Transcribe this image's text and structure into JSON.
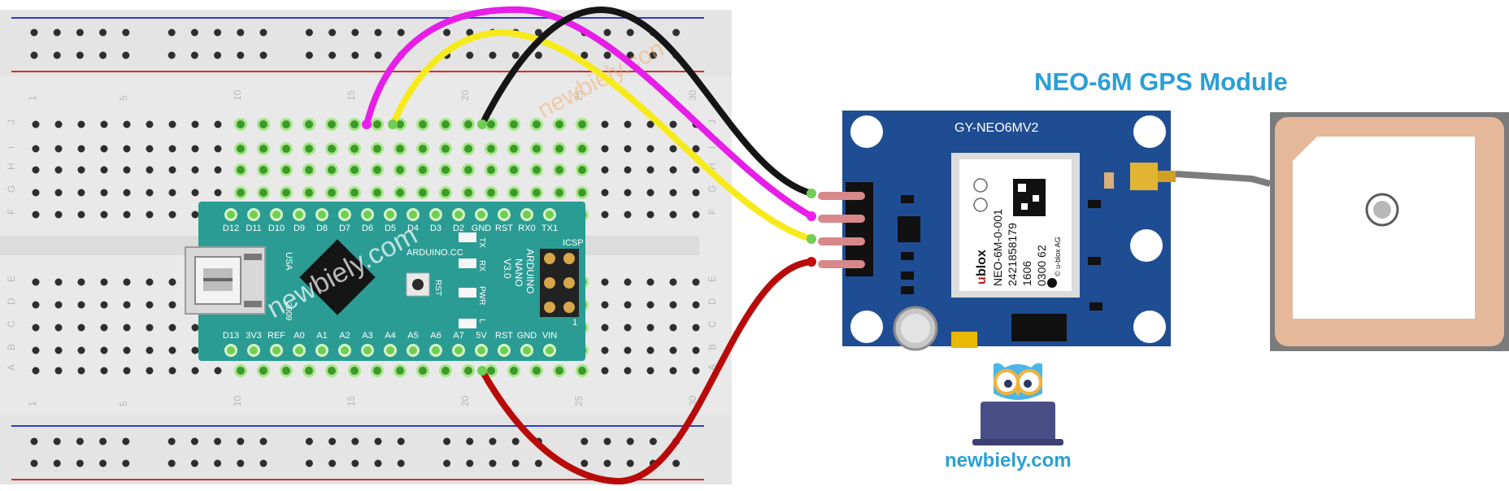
{
  "title": "NEO-6M GPS Module",
  "watermark": "newbiely.com",
  "footer_brand": "newbiely.com",
  "breadboard": {
    "row_labels": [
      "J",
      "I",
      "H",
      "G",
      "F",
      "E",
      "D",
      "C",
      "B",
      "A"
    ],
    "column_numbers": [
      "1",
      "5",
      "10",
      "15",
      "20",
      "25",
      "30"
    ]
  },
  "arduino": {
    "top_pins": [
      "D12",
      "D11",
      "D10",
      "D9",
      "D8",
      "D7",
      "D6",
      "D5",
      "D4",
      "D3",
      "D2",
      "GND",
      "RST",
      "RX0",
      "TX1"
    ],
    "bottom_pins": [
      "D13",
      "3V3",
      "REF",
      "A0",
      "A1",
      "A2",
      "A3",
      "A4",
      "A5",
      "A6",
      "A7",
      "5V",
      "RST",
      "GND",
      "VIN"
    ],
    "brand": "ARDUINO.CC",
    "model_lines": [
      "ARDUINO",
      "NANO",
      "V3.0"
    ],
    "usb_label": "USA",
    "year": "2009",
    "rst_label": "RST",
    "icsp_label": "ICSP",
    "icsp_pin": "1",
    "led_labels": [
      "TX",
      "RX",
      "PWR",
      "L"
    ]
  },
  "gps_module": {
    "board_label": "GY-NEO6MV2",
    "chip_lines": [
      "NEO-6M-0-001",
      "2421858179",
      "1606",
      "0300 62"
    ],
    "brand": "blox",
    "brand_mark": "u",
    "small_marks": [
      "© u-blox AG"
    ]
  },
  "colors": {
    "breadboard": "#eaeaea",
    "arduino": "#2a9c94",
    "gps_board": "#1f4d93",
    "title": "#2a9fd6",
    "wire_magenta": "#ef1ef0",
    "wire_yellow": "#fff21b",
    "wire_black": "#151515",
    "wire_red": "#c10b0b",
    "hole_active": "#6fce53",
    "rail_blue": "#2d3bd6",
    "rail_red": "#d62d2d"
  },
  "icons": [
    "owl-mascot-icon",
    "gps-antenna-icon",
    "usb-connector-icon"
  ]
}
